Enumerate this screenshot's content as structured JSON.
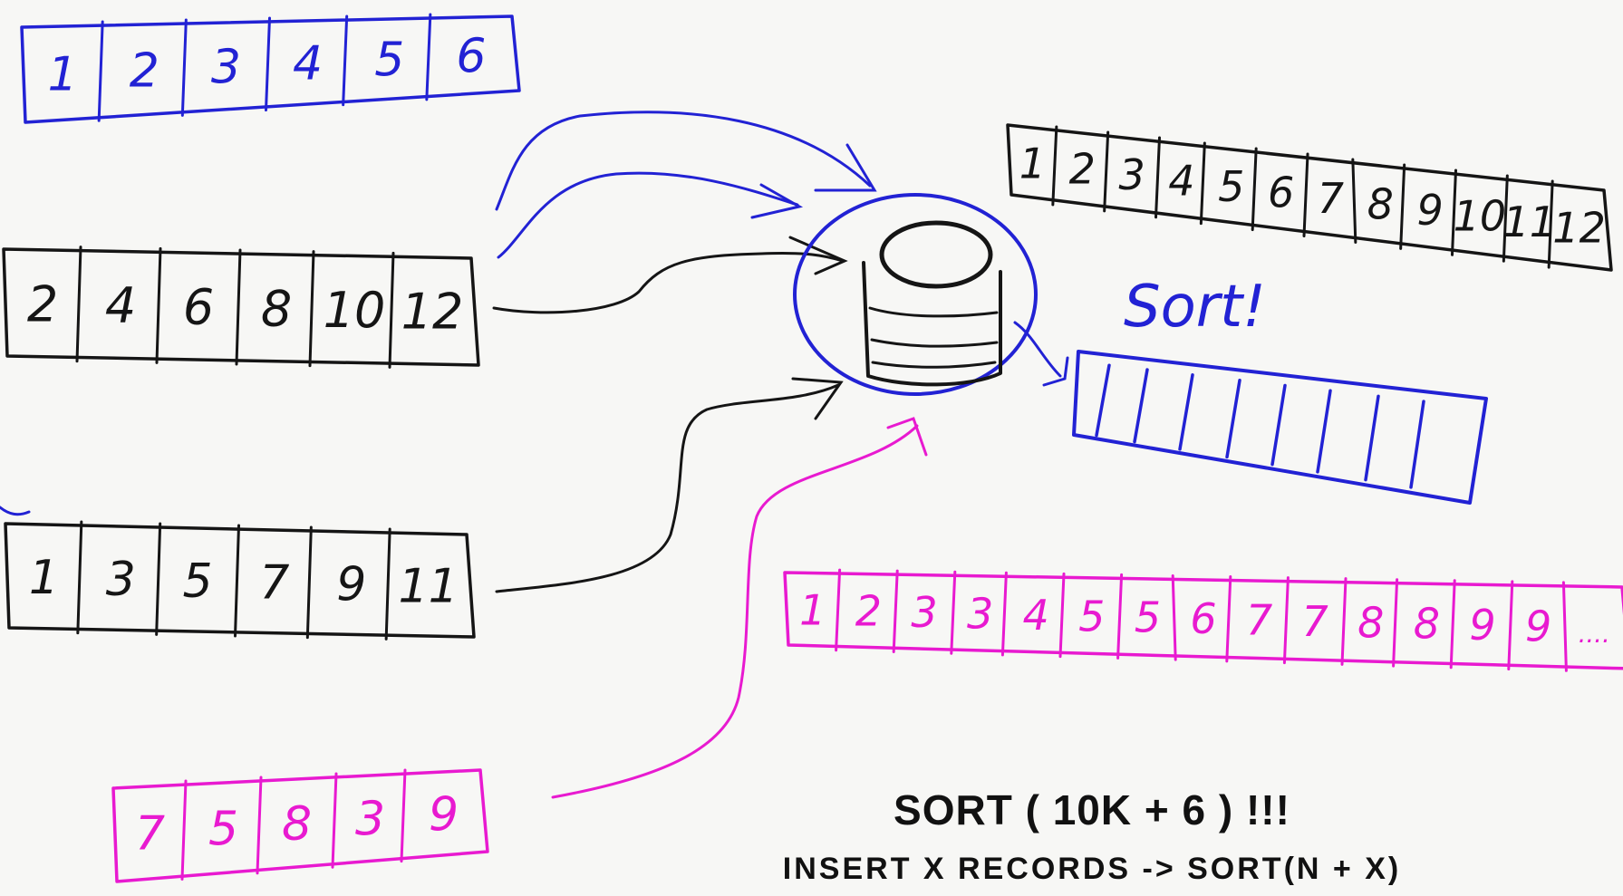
{
  "colors": {
    "blue": "#2222d4",
    "black": "#151515",
    "magenta": "#e81ad0",
    "paper": "#f7f7f5"
  },
  "arrays": {
    "blue_top": [
      "1",
      "2",
      "3",
      "4",
      "5",
      "6"
    ],
    "black_evens": [
      "2",
      "4",
      "6",
      "8",
      "10",
      "12"
    ],
    "black_odds": [
      "1",
      "3",
      "5",
      "7",
      "9",
      "11"
    ],
    "magenta_input": [
      "7",
      "5",
      "8",
      "3",
      "9"
    ],
    "sorted_black": [
      "1",
      "2",
      "3",
      "4",
      "5",
      "6",
      "7",
      "8",
      "9",
      "10",
      "11",
      "12"
    ],
    "sorted_magenta": [
      "1",
      "2",
      "3",
      "3",
      "4",
      "5",
      "5",
      "6",
      "7",
      "7",
      "8",
      "8",
      "9",
      "9",
      "...."
    ]
  },
  "icons": {
    "database": "database-icon"
  },
  "labels": {
    "sort_note": "Sort!",
    "headline": "SORT ( 10K + 6 ) !!!",
    "subline": "INSERT X RECORDS -> SORT(N + X)"
  }
}
